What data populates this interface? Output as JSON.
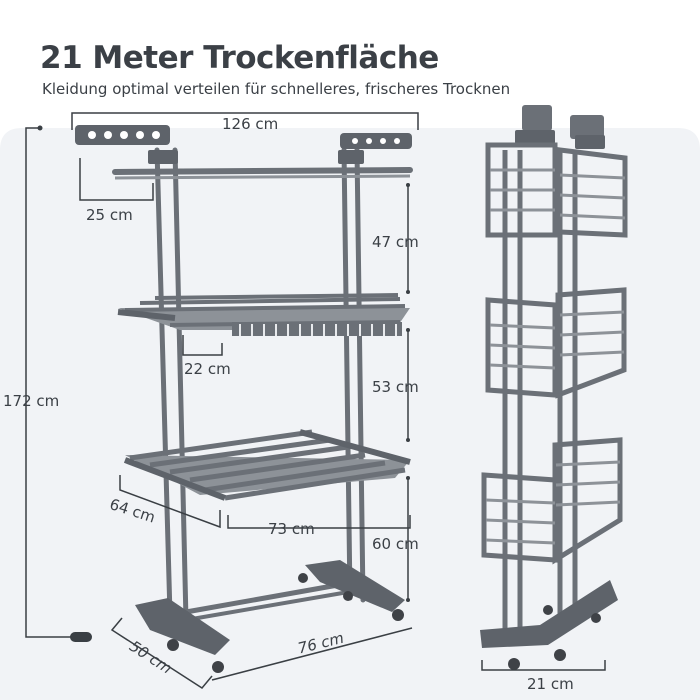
{
  "header": {
    "title": "21 Meter Trockenfläche",
    "subtitle": "Kleidung optimal verteilen für schnelleres, frischeres Trocknen"
  },
  "dimensions": {
    "width_top": "126 cm",
    "wing_depth": "25 cm",
    "tier_gap_top": "47 cm",
    "hook_gap": "22 cm",
    "tier_gap_middle": "53 cm",
    "total_height": "172 cm",
    "shelf_depth": "64 cm",
    "shelf_width": "73 cm",
    "tier_gap_bottom": "60 cm",
    "base_depth": "50 cm",
    "base_width": "76 cm",
    "folded_width": "21 cm"
  },
  "colors": {
    "frame": "#6b7077",
    "frame_dark": "#4e5258",
    "frame_light": "#8d9298",
    "dimension_line": "#3a3f44",
    "background_panel": "#f1f3f6"
  },
  "images": {
    "rack_open": "drying-rack-unfolded",
    "rack_folded": "drying-rack-folded"
  }
}
